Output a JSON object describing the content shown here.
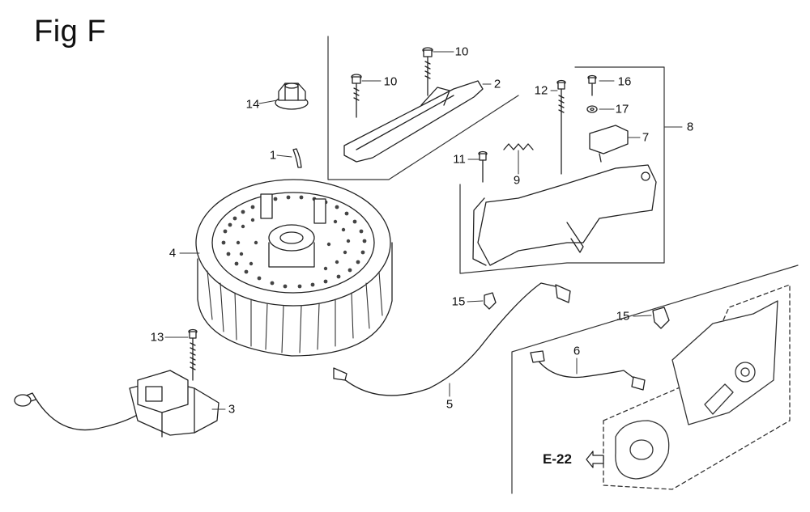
{
  "figure": {
    "title": "Fig F"
  },
  "callouts": {
    "c1": "1",
    "c2": "2",
    "c3": "3",
    "c4": "4",
    "c5": "5",
    "c6": "6",
    "c7": "7",
    "c8": "8",
    "c9": "9",
    "c10a": "10",
    "c10b": "10",
    "c11": "11",
    "c12": "12",
    "c13": "13",
    "c14": "14",
    "c15a": "15",
    "c15b": "15",
    "c16": "16",
    "c17": "17"
  },
  "reference": {
    "label": "E-22"
  }
}
